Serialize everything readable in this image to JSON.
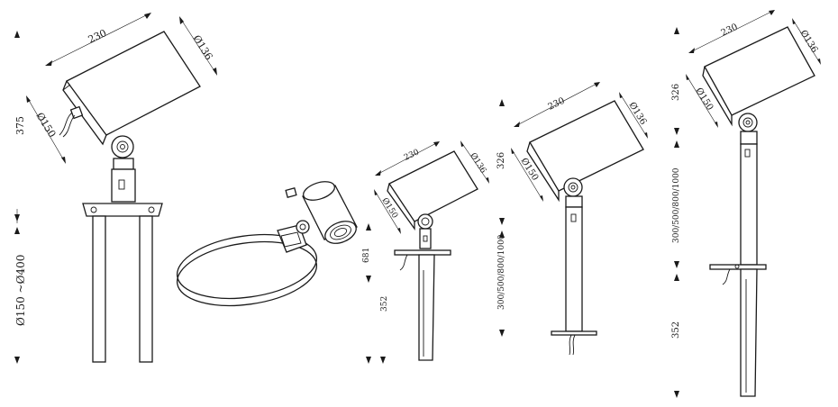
{
  "drawings": {
    "fig1": {
      "length": "230",
      "diameter_top": "Ø136",
      "diameter_side": "Ø150",
      "height": "375",
      "spread": "Ø150 ~Ø400"
    },
    "fig3": {
      "length": "230",
      "diameter_top": "Ø136",
      "diameter_side": "Ø150",
      "height_upper": "681",
      "height_lower": "352"
    },
    "fig4": {
      "length": "230",
      "diameter_top": "Ø136",
      "diameter_side": "Ø150",
      "height": "326",
      "pole_options": "300/500/800/1000"
    },
    "fig5": {
      "length": "230",
      "diameter_top": "Ø136",
      "diameter_side": "Ø150",
      "height": "326",
      "pole_options": "300/500/800/1000",
      "spike": "352"
    }
  },
  "colors": {
    "line": "#1a1a1a",
    "background": "#ffffff"
  }
}
